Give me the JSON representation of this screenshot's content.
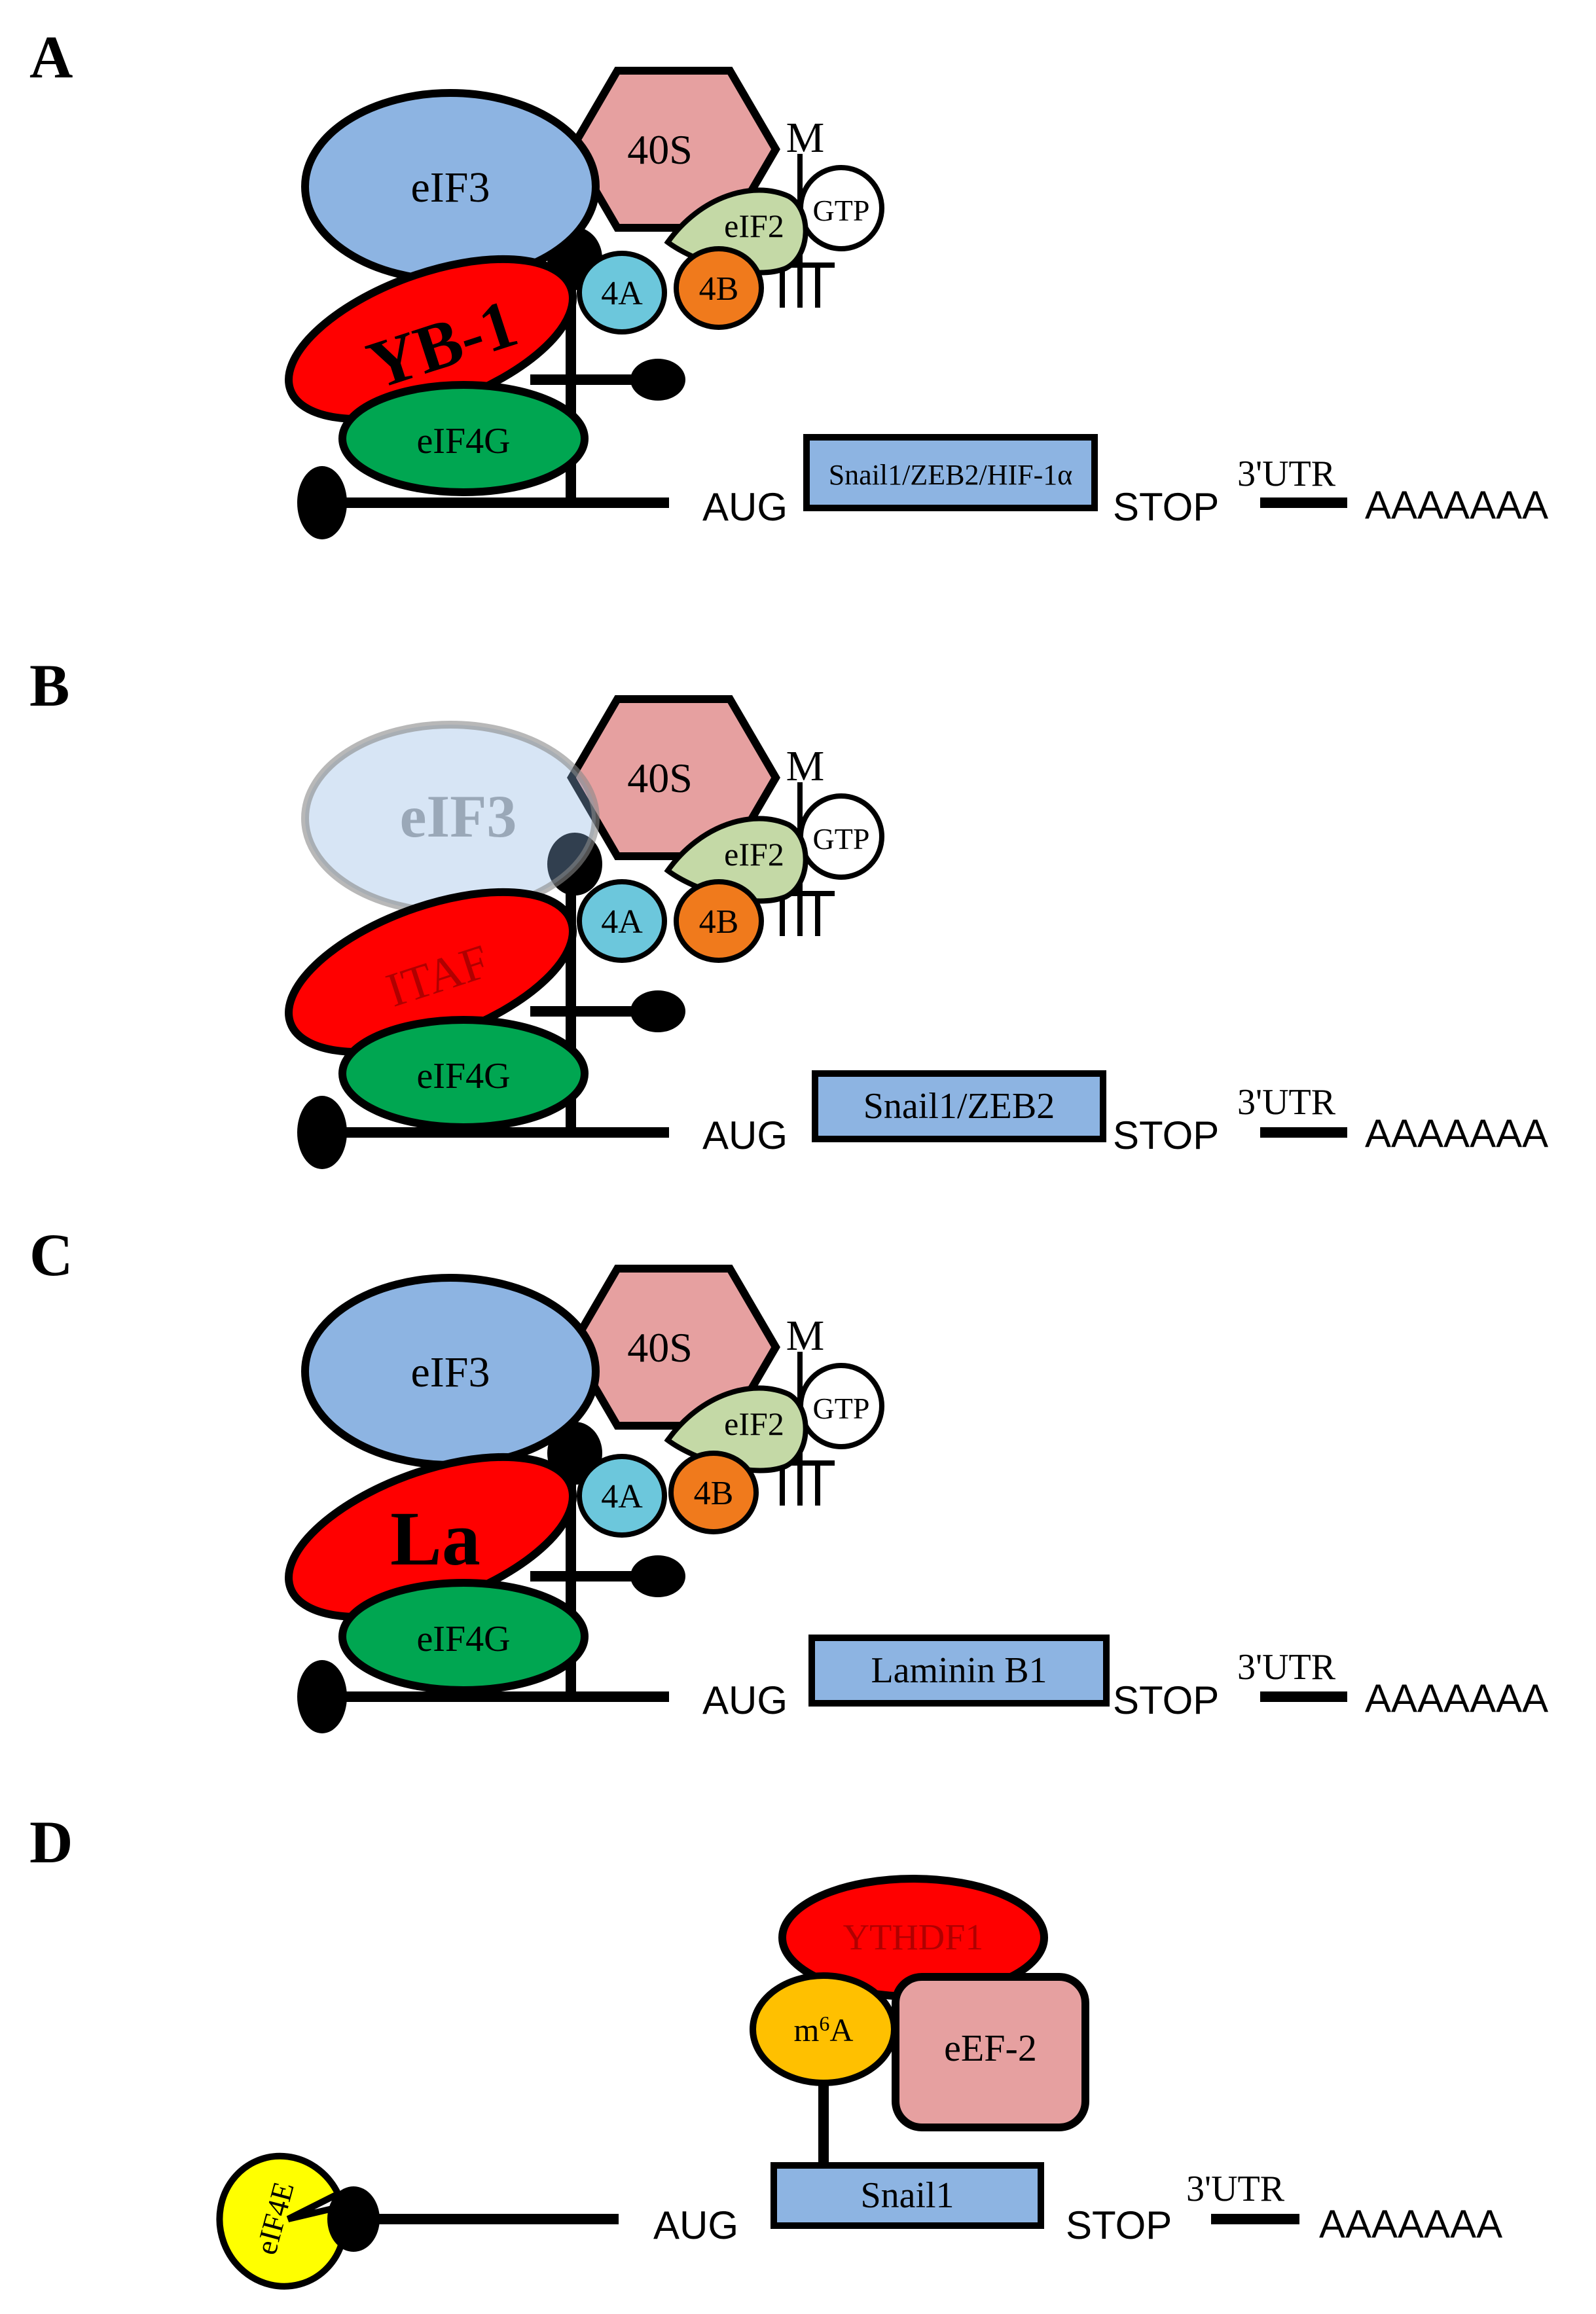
{
  "panels": {
    "A": {
      "letter": "A",
      "eif3": "eIF3",
      "s40": "40S",
      "met": "M",
      "gtp": "GTP",
      "eif2": "eIF2",
      "f4a": "4A",
      "f4b": "4B",
      "itaf": "YB-1",
      "eif4g": "eIF4G",
      "aug": "AUG",
      "cds": "Snail1/ZEB2/HIF-1α",
      "stop": "STOP",
      "utr": "3'UTR",
      "polya": "AAAAAAA"
    },
    "B": {
      "letter": "B",
      "eif3": "eIF3",
      "s40": "40S",
      "met": "M",
      "gtp": "GTP",
      "eif2": "eIF2",
      "f4a": "4A",
      "f4b": "4B",
      "itaf": "ITAF",
      "eif4g": "eIF4G",
      "aug": "AUG",
      "cds": "Snail1/ZEB2",
      "stop": "STOP",
      "utr": "3'UTR",
      "polya": "AAAAAAA"
    },
    "C": {
      "letter": "C",
      "eif3": "eIF3",
      "s40": "40S",
      "met": "M",
      "gtp": "GTP",
      "eif2": "eIF2",
      "f4a": "4A",
      "f4b": "4B",
      "itaf": "La",
      "eif4g": "eIF4G",
      "aug": "AUG",
      "cds": "Laminin B1",
      "stop": "STOP",
      "utr": "3'UTR",
      "polya": "AAAAAAA"
    },
    "D": {
      "letter": "D",
      "eif4e": "eIF4E",
      "ythdf1": "YTHDF1",
      "m6a_base": "m",
      "m6a_sup": "6",
      "m6a_end": "A",
      "eef2": "eEF-2",
      "aug": "AUG",
      "cds": "Snail1",
      "stop": "STOP",
      "utr": "3'UTR",
      "polya": "AAAAAAA"
    }
  },
  "colors": {
    "eif3": "#8db4e2",
    "s40": "#e6a0a0",
    "eif2": "#c4d9a6",
    "f4a": "#6cc7dc",
    "f4b": "#f07a1c",
    "itaf": "#ff0000",
    "eif4g": "#00a651",
    "cds": "#8db4e2",
    "eif4e": "#ffff00",
    "m6a": "#ffc000",
    "eef2": "#e6a0a0",
    "ythdf1": "#ff0000"
  }
}
